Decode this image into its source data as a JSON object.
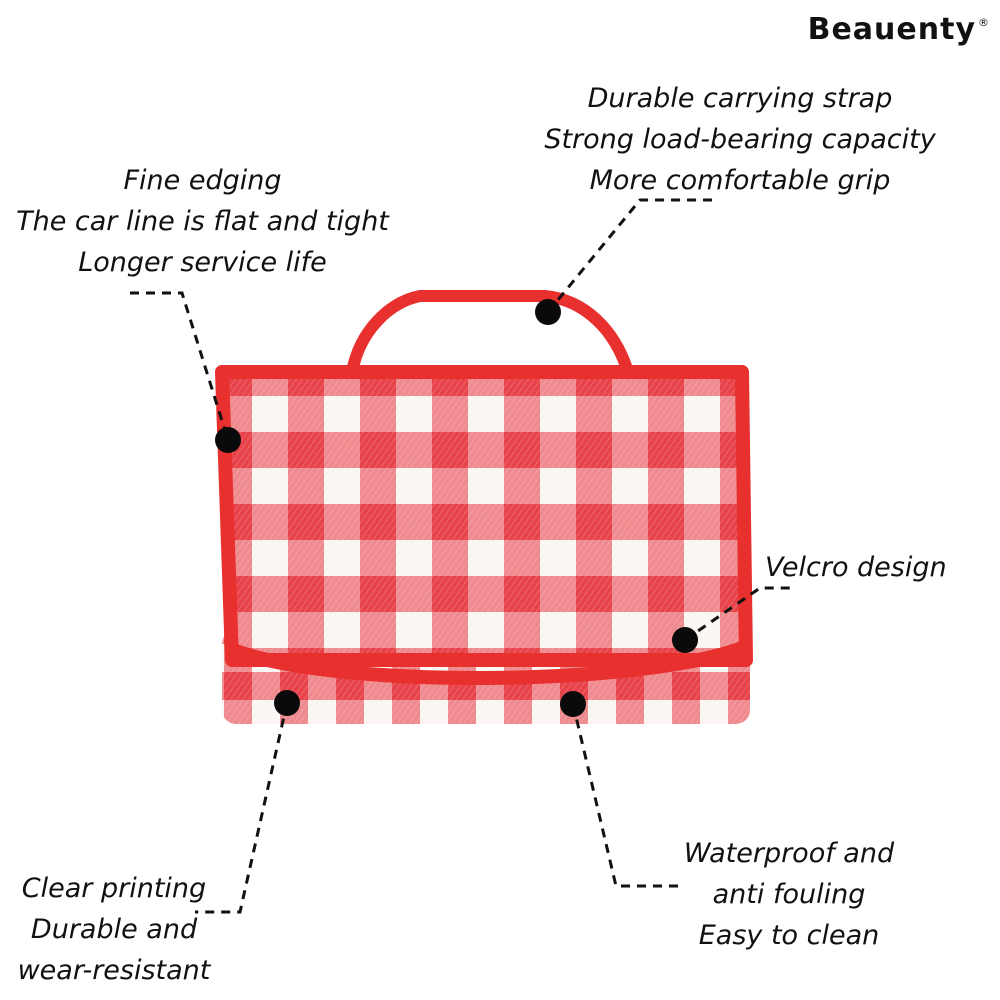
{
  "brand": {
    "name": "Beauenty",
    "mark": "®"
  },
  "callouts": {
    "strap": {
      "lines": [
        "Durable carrying strap",
        "Strong load-bearing capacity",
        "More comfortable grip"
      ]
    },
    "edging": {
      "lines": [
        "Fine edging",
        "The car line is flat and tight",
        "Longer service life"
      ]
    },
    "velcro": {
      "lines": [
        "Velcro design"
      ]
    },
    "waterproof": {
      "lines": [
        "Waterproof and",
        "anti fouling",
        "Easy to clean"
      ]
    },
    "printing": {
      "lines": [
        "Clear printing",
        "Durable and",
        "wear-resistant"
      ]
    }
  },
  "colors": {
    "plaid_red": "#e8424a",
    "plaid_white": "#fbf6f4",
    "trim_red": "#e8302e",
    "text": "#111111",
    "dot": "#0a0a0a"
  },
  "icons": {
    "callout_marker": "filled-circle-dot"
  }
}
